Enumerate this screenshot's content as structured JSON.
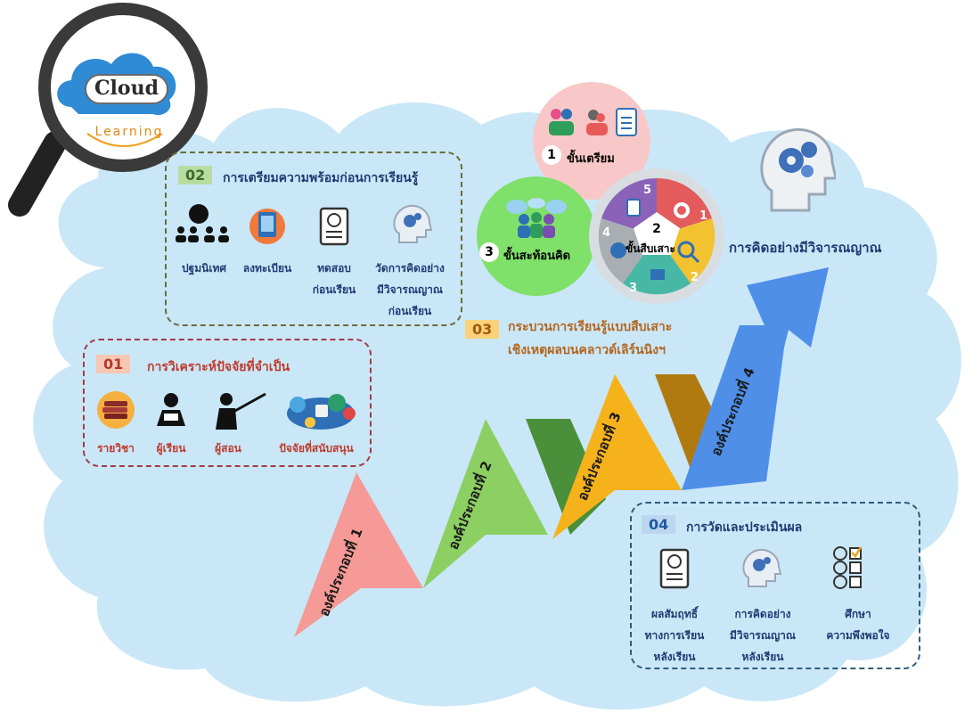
{
  "logo": {
    "main": "Cloud",
    "sub": "Learning"
  },
  "component01": {
    "num": "01",
    "title": "การวิเคราะห์ปัจจัยที่จำเป็น",
    "items": [
      "รายวิชา",
      "ผู้เรียน",
      "ผู้สอน",
      "ปัจจัยที่สนับสนุน"
    ]
  },
  "component02": {
    "num": "02",
    "title": "การเตรียมความพร้อมก่อนการเรียนรู้",
    "items": [
      "ปฐมนิเทศ",
      "ลงทะเบียน",
      "ทดสอบ",
      "ก่อนเรียน",
      "วัดการคิดอย่าง",
      "มีวิจารณญาณ",
      "ก่อนเรียน"
    ]
  },
  "component03": {
    "num": "03",
    "title_line1": "กระบวนการเรียนรู้แบบสืบเสาะ",
    "title_line2": "เชิงเหตุผลบนคลาวด์เลิร์นนิงฯ",
    "steps": [
      {
        "num": "1",
        "label": "ขั้นเตรียม"
      },
      {
        "num": "2",
        "label": "ขั้นสืบเสาะ"
      },
      {
        "num": "3",
        "label": "ขั้นสะท้อนคิด"
      }
    ],
    "wheel_numbers": [
      "1",
      "2",
      "3",
      "4",
      "5"
    ]
  },
  "component04": {
    "num": "04",
    "title": "การวัดและประเมินผล",
    "items": [
      "ผลสัมฤทธิ์",
      "ทางการเรียน",
      "หลังเรียน",
      "การคิดอย่าง",
      "มีวิจารณญาณ",
      "หลังเรียน",
      "ศึกษา",
      "ความพึงพอใจ"
    ]
  },
  "goal": "การคิดอย่างมีวิจารณญาณ",
  "path_labels": [
    "องค์ประกอบที่ 1",
    "องค์ประกอบที่ 2",
    "องค์ประกอบที่ 3",
    "องค์ประกอบที่ 4"
  ],
  "colors": {
    "cloud": "#c9e7f7",
    "comp1": "#f59a96",
    "comp2": "#8ccf63",
    "comp3": "#f5b21a",
    "comp4": "#4f8fe8",
    "box01_border": "#a33a4a",
    "box02_border": "#6b6b3a",
    "box04_border": "#2f5d7a",
    "text_red": "#c0392b",
    "text_brown": "#b5651d",
    "text_blue": "#1f3b73"
  }
}
